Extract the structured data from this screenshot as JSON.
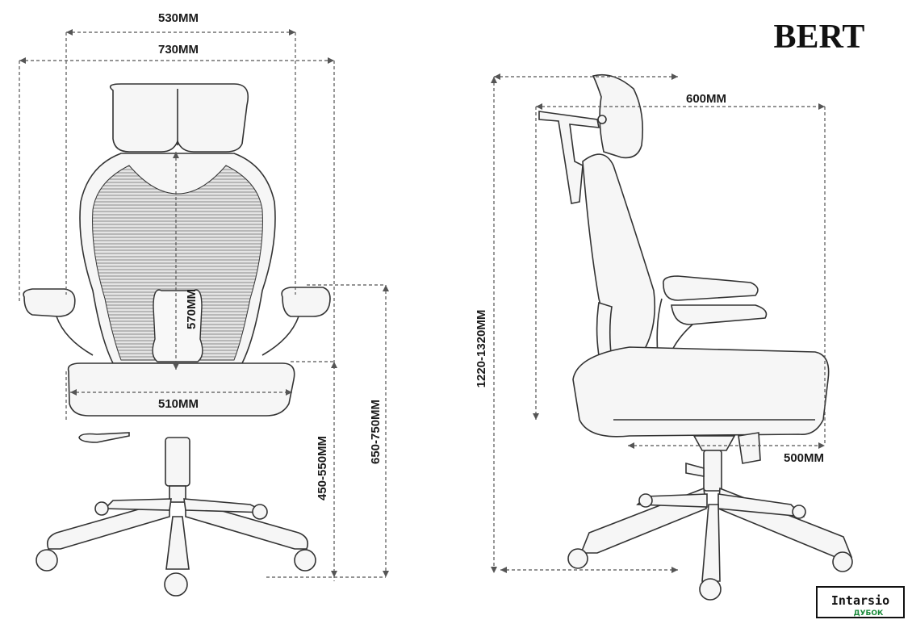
{
  "title": "BERT",
  "front_view": {
    "dims": {
      "top_width": "530MM",
      "overall_width": "730MM",
      "backrest_height": "570MM",
      "seat_width": "510MM",
      "seat_height": "450-550MM",
      "armrest_height": "650-750MM"
    }
  },
  "side_view": {
    "dims": {
      "depth": "600MM",
      "overall_height": "1220-1320MM",
      "seat_depth": "500MM"
    }
  },
  "logo": {
    "name": "Intarsio",
    "sub": "ДУБОК"
  },
  "colors": {
    "line": "#333333",
    "dash": "#555555",
    "mesh": "#cfcfcf",
    "logo_accent": "#1a8a3a"
  }
}
